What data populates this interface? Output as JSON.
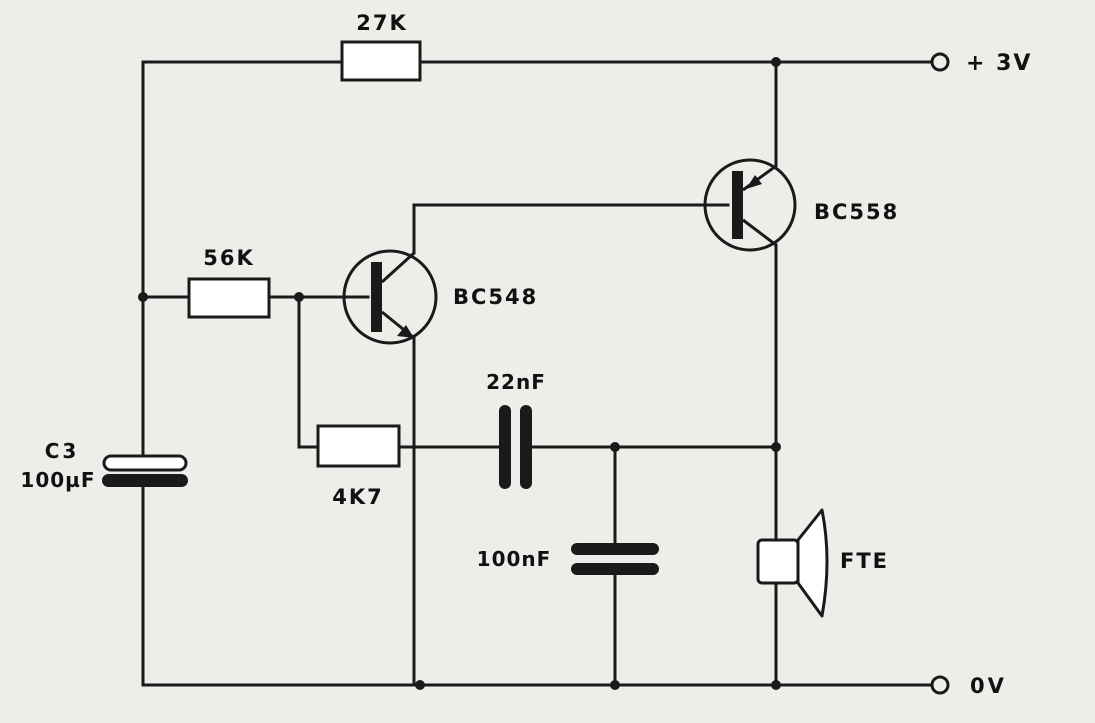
{
  "labels": {
    "r_27k": "27K",
    "supply_plus": "+ 3V",
    "r_56k": "56K",
    "q2_name": "BC558",
    "q1_name": "BC548",
    "cap_22nf": "22nF",
    "c3_name": "C3",
    "c3_value": "100µF",
    "r_4k7": "4K7",
    "cap_100nf": "100nF",
    "speaker": "FTE",
    "ground": "0V"
  },
  "colors": {
    "ink": "#1a1a1a",
    "paper": "#ededea",
    "component_fill": "#ffffff"
  }
}
